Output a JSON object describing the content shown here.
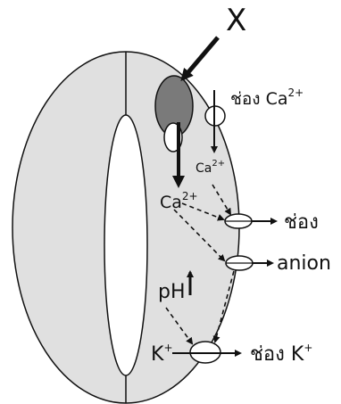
{
  "labels": {
    "x": "X",
    "ca_channel": "ช่อง Ca",
    "ca_channel_sup": "2+",
    "ca_small": "Ca",
    "ca_small_sup": "2+",
    "ca_mid": "Ca",
    "ca_mid_sup": "2+",
    "channel": "ช่อง",
    "anion": "anion",
    "ph": "pH",
    "k": "K",
    "k_sup": "+",
    "k_channel": "ช่อง K",
    "k_channel_sup": "+"
  },
  "colors": {
    "cell_fill": "#e0e0e0",
    "receptor_fill": "#7a7a7a",
    "pore_fill": "#ffffff",
    "stroke": "#111111"
  }
}
